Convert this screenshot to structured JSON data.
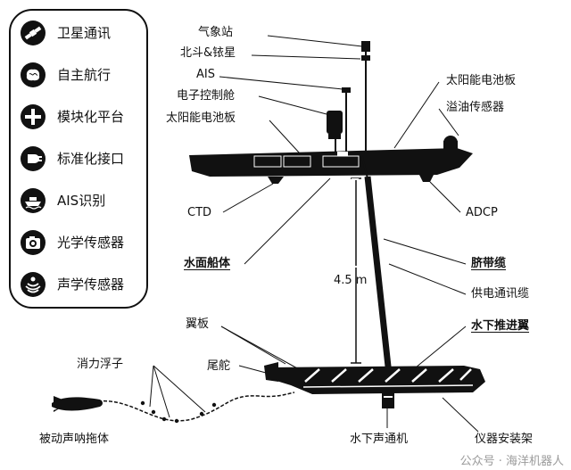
{
  "legend": {
    "items": [
      {
        "label": "卫星通讯",
        "icon": "satellite-icon"
      },
      {
        "label": "自主航行",
        "icon": "brain-icon"
      },
      {
        "label": "模块化平台",
        "icon": "plus-circle-icon"
      },
      {
        "label": "标准化接口",
        "icon": "plug-icon"
      },
      {
        "label": "AIS识别",
        "icon": "ship-icon"
      },
      {
        "label": "光学传感器",
        "icon": "camera-icon"
      },
      {
        "label": "声学传感器",
        "icon": "sonar-icon"
      }
    ]
  },
  "labels": {
    "weather_station": "气象站",
    "beidou_gps": "北斗&铱星",
    "ais": "AIS",
    "electronic_cabin": "电子控制舱",
    "solar_panel_left": "太阳能电池板",
    "solar_panel_right": "太阳能电池板",
    "oil_spill_sensor": "溢油传感器",
    "ctd": "CTD",
    "adcp": "ADCP",
    "surface_hull": "水面船体",
    "umbilical": "脐带缆",
    "power_comm_cable": "供电通讯缆",
    "length": "4.5 m",
    "wing_plate": "翼板",
    "underwater_wing": "水下推进翼",
    "rudder": "尾舵",
    "float": "消力浮子",
    "towed_sonar": "被动声呐拖体",
    "hydrophone": "水下声通机",
    "instrument_rack": "仪器安装架"
  },
  "watermark": "公众号 · 海洋机器人"
}
